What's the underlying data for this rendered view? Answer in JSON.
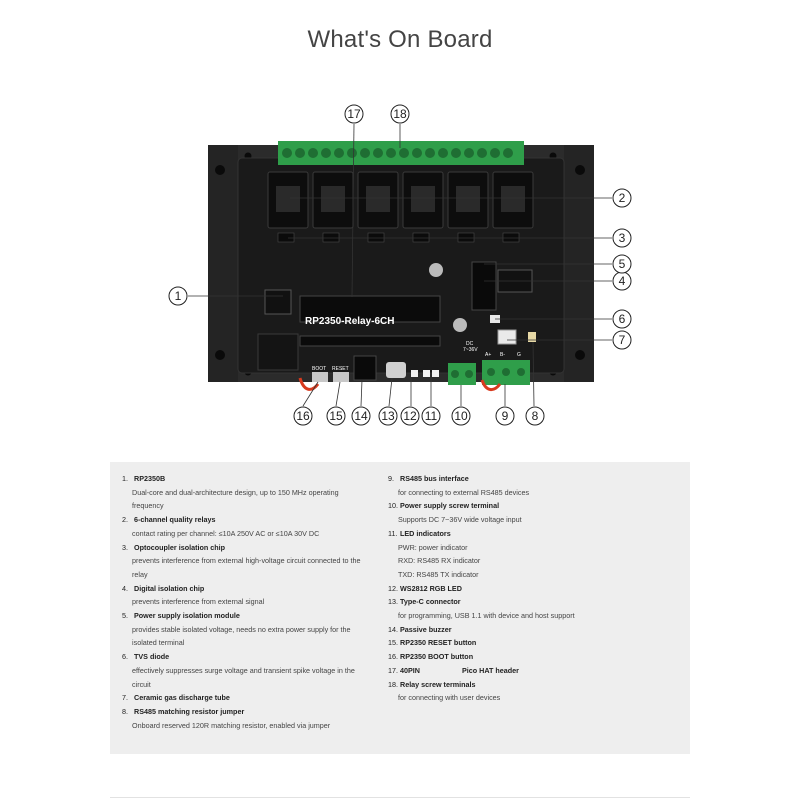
{
  "page": {
    "title": "What's On Board"
  },
  "board": {
    "model_label": "RP2350-Relay-6CH",
    "silk": {
      "boot": "BOOT",
      "reset": "RESET",
      "dc": "DC",
      "dc_range": "7~36V",
      "a": "A+",
      "b": "B-",
      "g": "G"
    }
  },
  "callouts": [
    {
      "n": "1"
    },
    {
      "n": "2"
    },
    {
      "n": "3"
    },
    {
      "n": "4"
    },
    {
      "n": "5"
    },
    {
      "n": "6"
    },
    {
      "n": "7"
    },
    {
      "n": "8"
    },
    {
      "n": "9"
    },
    {
      "n": "10"
    },
    {
      "n": "11"
    },
    {
      "n": "12"
    },
    {
      "n": "13"
    },
    {
      "n": "14"
    },
    {
      "n": "15"
    },
    {
      "n": "16"
    },
    {
      "n": "17"
    },
    {
      "n": "18"
    }
  ],
  "legend": {
    "left": [
      {
        "num": "1.",
        "title": "RP2350B",
        "desc": [
          "Dual-core and dual-architecture design, up to 150 MHz operating",
          "frequency"
        ]
      },
      {
        "num": "2.",
        "title": "6-channel quality relays",
        "desc": [
          "contact rating per channel: ≤10A 250V AC or ≤10A 30V DC"
        ]
      },
      {
        "num": "3.",
        "title": "Optocoupler isolation chip",
        "desc": [
          "prevents interference from external high-voltage circuit connected to the",
          "relay"
        ]
      },
      {
        "num": "4.",
        "title": "Digital isolation chip",
        "desc": [
          "prevents interference from external signal"
        ]
      },
      {
        "num": "5.",
        "title": "Power supply isolation module",
        "desc": [
          "provides stable isolated voltage, needs no extra power supply for the",
          "isolated terminal"
        ]
      },
      {
        "num": "6.",
        "title": "TVS diode",
        "desc": [
          "effectively suppresses surge voltage and transient spike voltage in the",
          "circuit"
        ]
      },
      {
        "num": "7.",
        "title": "Ceramic gas discharge tube",
        "desc": []
      },
      {
        "num": "8.",
        "title": "RS485 matching resistor jumper",
        "desc": [
          "Onboard reserved 120R matching resistor, enabled via jumper"
        ]
      }
    ],
    "right": [
      {
        "num": "9.",
        "title": "RS485 bus interface",
        "desc": [
          "for connecting to external RS485 devices"
        ]
      },
      {
        "num": "10.",
        "title": "Power supply screw terminal",
        "desc": [
          "Supports DC 7~36V wide voltage input"
        ]
      },
      {
        "num": "11.",
        "title": "LED indicators",
        "desc": [
          "PWR: power indicator",
          "RXD: RS485 RX indicator",
          "TXD: RS485 TX indicator"
        ]
      },
      {
        "num": "12.",
        "title": "WS2812 RGB LED",
        "desc": []
      },
      {
        "num": "13.",
        "title": "Type-C connector",
        "desc": [
          "for programming, USB 1.1 with device and host support"
        ]
      },
      {
        "num": "14.",
        "title": "Passive buzzer",
        "desc": []
      },
      {
        "num": "15.",
        "title": "RP2350 RESET button",
        "desc": []
      },
      {
        "num": "16.",
        "title": "RP2350 BOOT button",
        "desc": []
      },
      {
        "num": "17.",
        "title": "40PIN",
        "title2": "Pico HAT header",
        "desc": []
      },
      {
        "num": "18.",
        "title": "Relay screw terminals",
        "desc": [
          "for connecting with user devices"
        ]
      }
    ]
  },
  "colors": {
    "board": "#1c1c1c",
    "enclosure": "#2a2a2a",
    "terminal": "#2f9e4a",
    "relay": "#111111",
    "panel": "#eeeeee"
  }
}
